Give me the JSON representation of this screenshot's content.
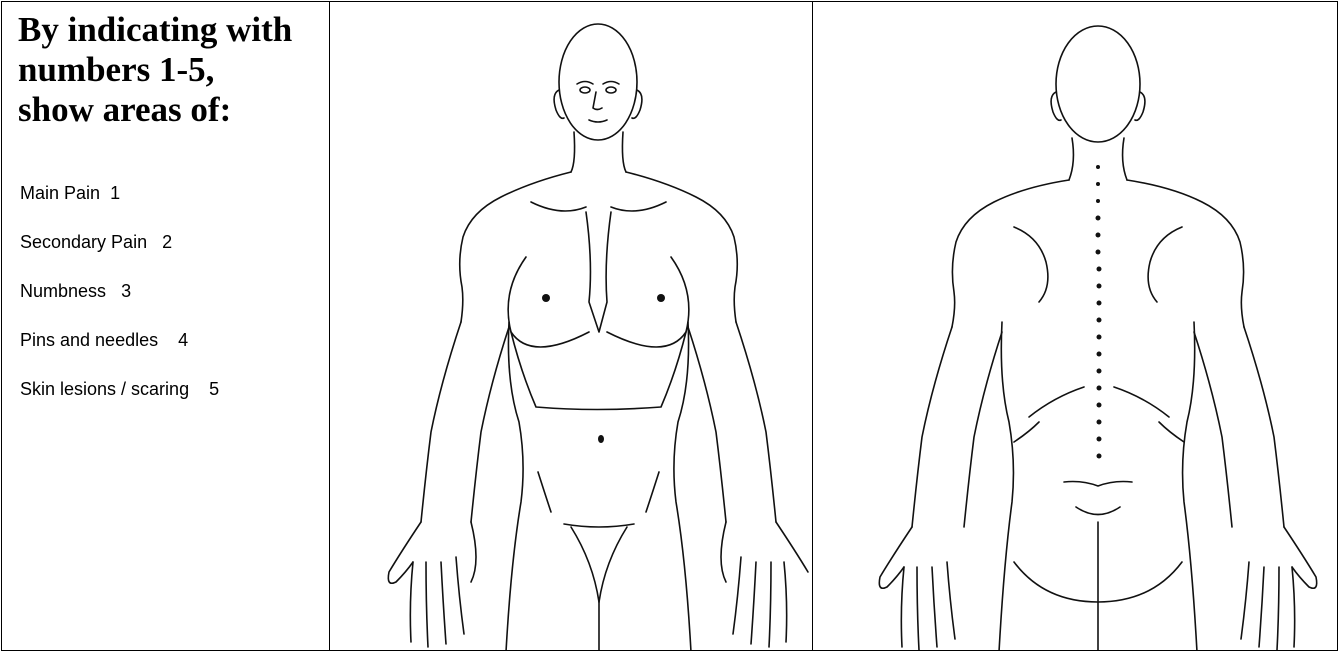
{
  "heading": "By indicating with\nnumbers 1-5,\nshow areas of:",
  "legend": [
    {
      "label": "Main Pain",
      "number": "1"
    },
    {
      "label": "Secondary Pain",
      "number": "2"
    },
    {
      "label": "Numbness",
      "number": "3"
    },
    {
      "label": "Pins and needles",
      "number": "4"
    },
    {
      "label": "Skin lesions / scaring",
      "number": "5"
    }
  ]
}
